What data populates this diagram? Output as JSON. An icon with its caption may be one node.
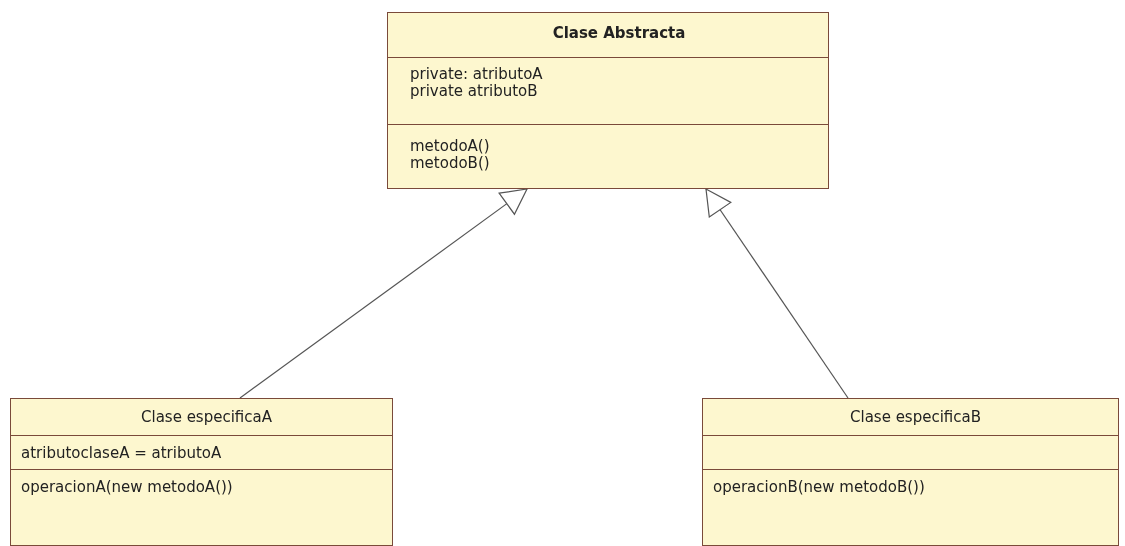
{
  "diagram": {
    "nodes": [
      {
        "text": [
          "Clase Abstracta",
          "private: atributoA",
          "private atributoB",
          "metodoA()",
          "metodoB()"
        ]
      },
      {
        "text": [
          "Clase especificaA",
          "atributoclaseA = atributoA",
          "operacionA(new metodoA())"
        ]
      },
      {
        "text": [
          "Clase especificaB",
          "operacionB(new metodoB())"
        ]
      }
    ],
    "edges": [
      {
        "from": 1,
        "to": 0,
        "arrow": "to"
      },
      {
        "from": 2,
        "to": 0,
        "arrow": "to"
      }
    ]
  }
}
